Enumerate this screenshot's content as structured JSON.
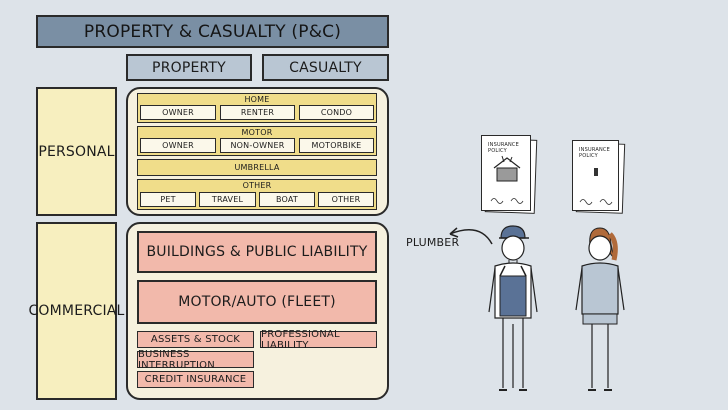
{
  "title": "PROPERTY & CASUALTY (P&C)",
  "columns": {
    "property": "PROPERTY",
    "casualty": "CASUALTY"
  },
  "rows": {
    "personal": "PERSONAL",
    "commercial": "COMMERCIAL"
  },
  "personal": {
    "home": {
      "label": "HOME",
      "items": [
        "OWNER",
        "RENTER",
        "CONDO"
      ]
    },
    "motor": {
      "label": "MOTOR",
      "items": [
        "OWNER",
        "NON-OWNER",
        "MOTORBIKE"
      ]
    },
    "umbrella": {
      "label": "UMBRELLA"
    },
    "other": {
      "label": "OTHER",
      "items": [
        "PET",
        "TRAVEL",
        "BOAT",
        "OTHER"
      ]
    }
  },
  "commercial": {
    "buildings": "BUILDINGS & PUBLIC LIABILITY",
    "motor": "MOTOR/AUTO (FLEET)",
    "assets": "ASSETS & STOCK",
    "professional": "PROFESSIONAL LIABILITY",
    "interruption": "BUSINESS INTERRUPTION",
    "credit": "CREDIT INSURANCE"
  },
  "illustration": {
    "policy_title": "INSURANCE POLICY",
    "plumber_label": "PLUMBER"
  },
  "colors": {
    "title_bar": "#7a8fa4",
    "column_head": "#b9c6d3",
    "row_label": "#f7efbf",
    "personal_band": "#f0dd8a",
    "commercial_block": "#f2b9ab",
    "worker_overalls": "#5a7296"
  }
}
